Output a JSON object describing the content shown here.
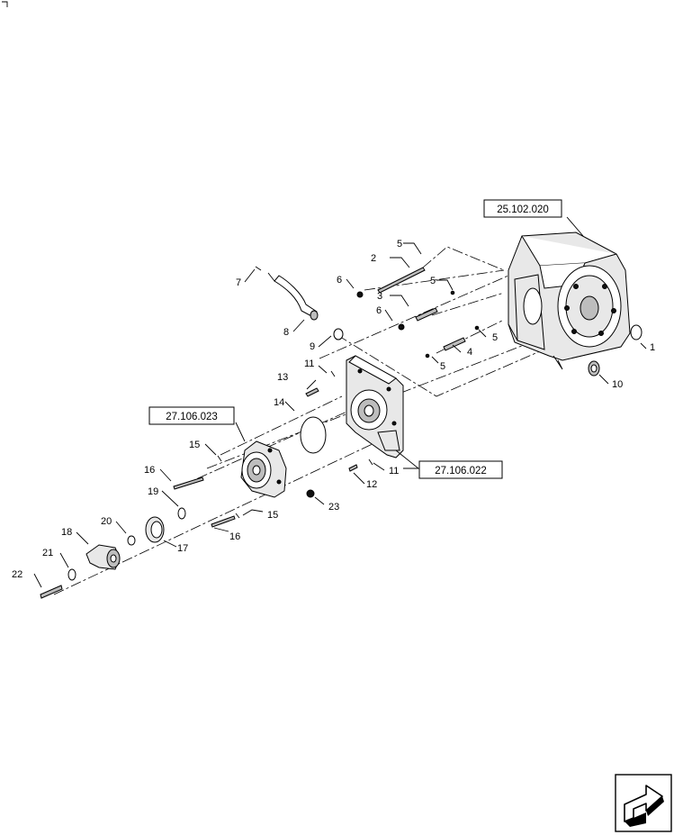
{
  "callouts": {
    "c1": "1",
    "c2": "2",
    "c3": "3",
    "c4": "4",
    "c5a": "5",
    "c5b": "5",
    "c5c": "5",
    "c5d": "5",
    "c6a": "6",
    "c6b": "6",
    "c7": "7",
    "c8": "8",
    "c9": "9",
    "c10": "10",
    "c11a": "11",
    "c11b": "11",
    "c12": "12",
    "c13": "13",
    "c14": "14",
    "c15a": "15",
    "c15b": "15",
    "c16a": "16",
    "c16b": "16",
    "c17": "17",
    "c18": "18",
    "c19": "19",
    "c20": "20",
    "c21": "21",
    "c22": "22",
    "c23": "23"
  },
  "references": {
    "housing": "25.102.020",
    "pump_left": "27.106.023",
    "pump_right": "27.106.022"
  },
  "nav_icon": "next-page-arrow-icon"
}
